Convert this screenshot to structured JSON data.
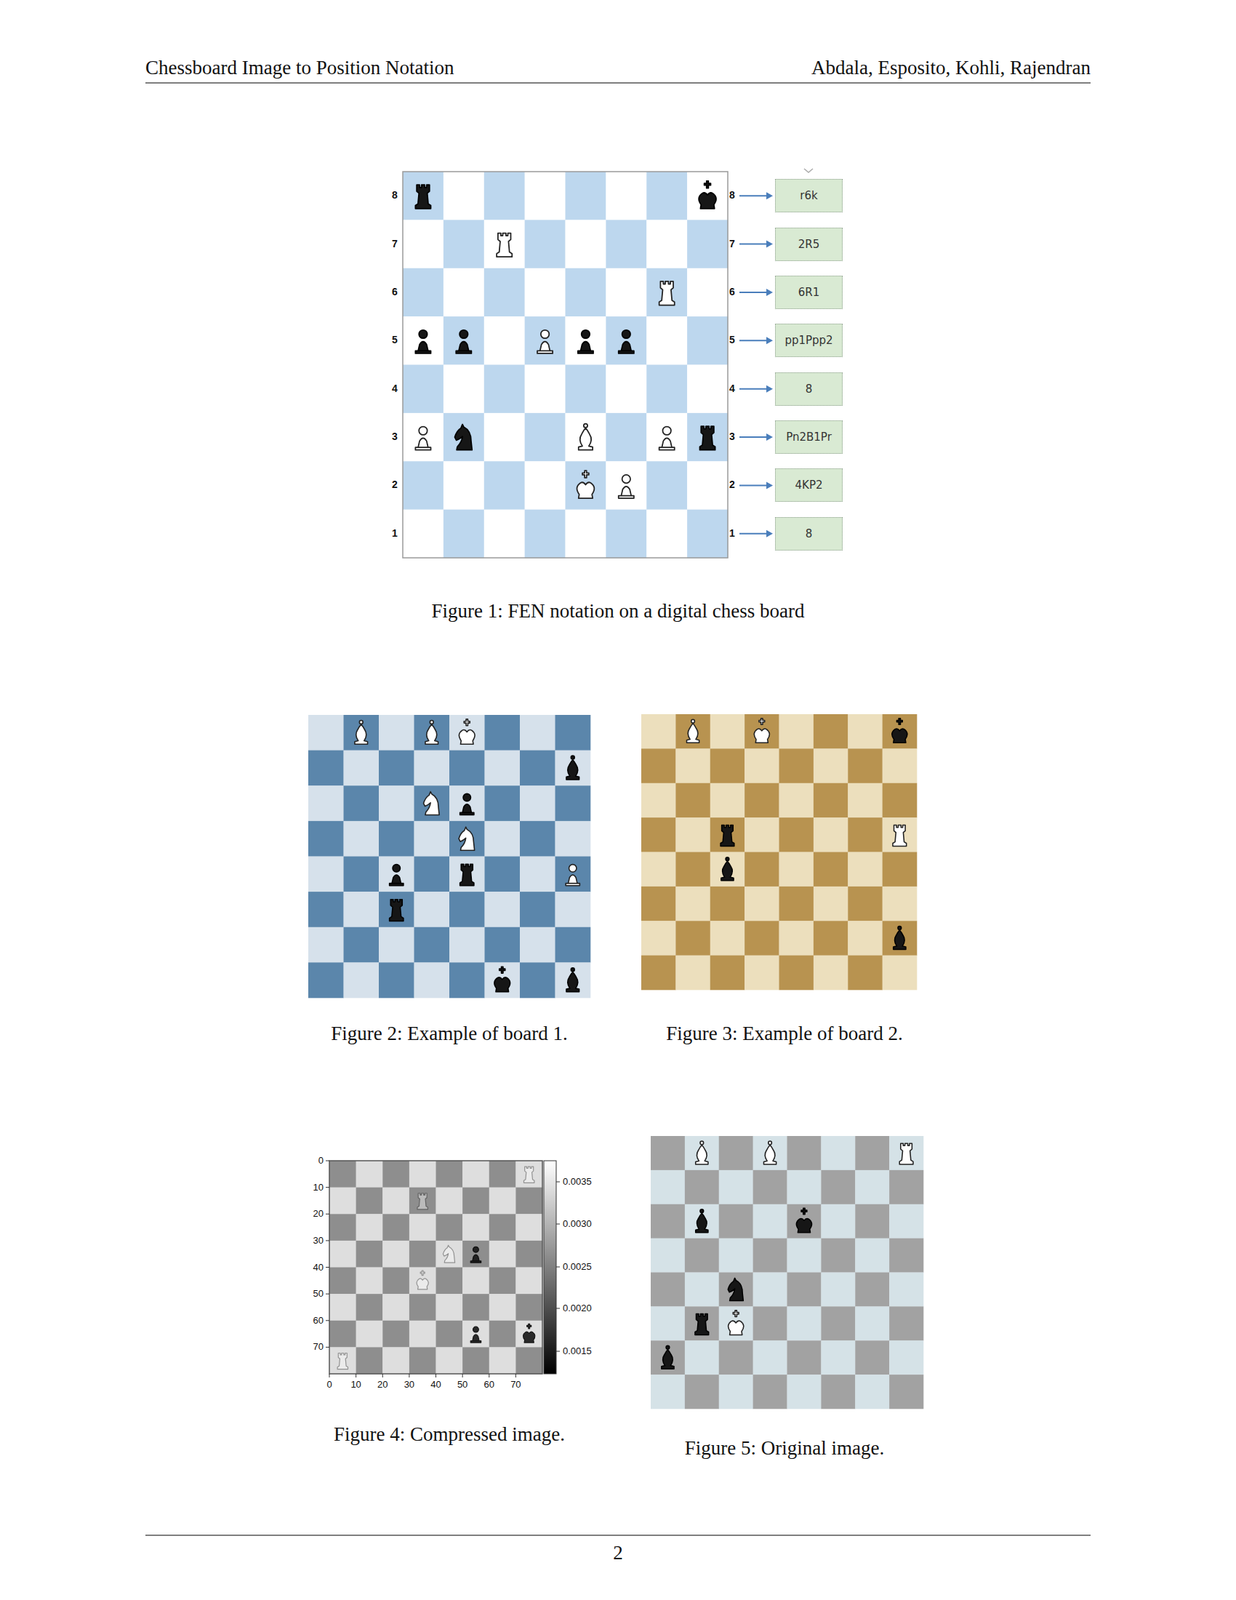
{
  "diagram": {
    "nodes": [
      {
        "text": [
          "r6k"
        ]
      },
      {
        "text": [
          "2R5"
        ]
      },
      {
        "text": [
          "6R1"
        ]
      },
      {
        "text": [
          "pp1Ppp2"
        ]
      },
      {
        "text": [
          "8"
        ]
      },
      {
        "text": [
          "Pn2B1Pr"
        ]
      },
      {
        "text": [
          "4KP2"
        ]
      },
      {
        "text": [
          "8"
        ]
      }
    ],
    "labels": [
      "Chessboard Image to Position Notation",
      "Abdala, Esposito, Kohli, Rajendran",
      "8",
      "8",
      "7",
      "7",
      "6",
      "6",
      "5",
      "5",
      "4",
      "4",
      "3",
      "3",
      "2",
      "2",
      "1",
      "1",
      "Figure 1: FEN notation on a digital chess board",
      "Figure 2: Example of board 1.",
      "Figure 3: Example of board 2.",
      "0",
      "10",
      "20",
      "30",
      "40",
      "50",
      "60",
      "70",
      "0",
      "10",
      "20",
      "30",
      "40",
      "50",
      "60",
      "70",
      "0.0035",
      "0.0030",
      "0.0025",
      "0.0020",
      "0.0015",
      "Figure 4: Compressed image.",
      "Figure 5: Original image.",
      "2"
    ]
  }
}
